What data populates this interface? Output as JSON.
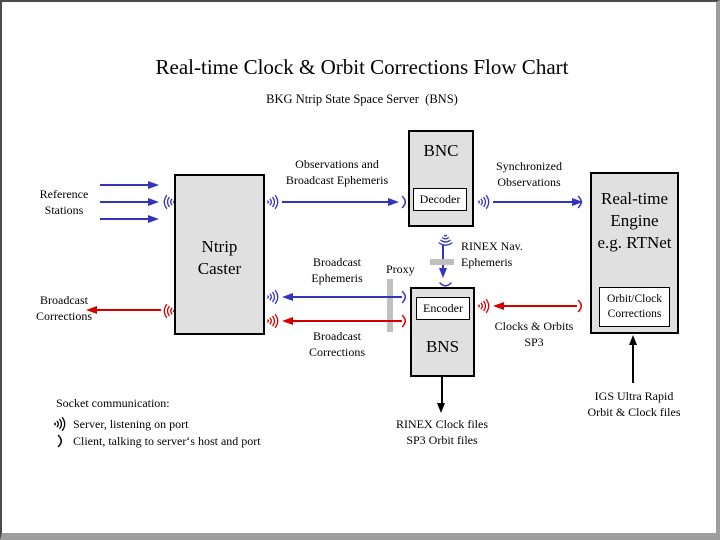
{
  "page": {
    "title": "Real-time Clock & Orbit Corrections Flow Chart",
    "subtitle": "BKG Ntrip State Space Server  (BNS)"
  },
  "colors": {
    "socket_blue": "#3333BB",
    "correction_red": "#D40000",
    "box_fill": "#E0E0E0",
    "proxy_bar_gray": "#C0C0C0"
  },
  "boxes": {
    "caster": {
      "lines": [
        "Ntrip",
        "Caster"
      ]
    },
    "bnc": {
      "label": "BNC",
      "sub": "Decoder"
    },
    "bns": {
      "label": "BNS",
      "sub": "Encoder"
    },
    "engine": {
      "lines": [
        "Real-time",
        "Engine",
        "e.g. RTNet"
      ],
      "sub": [
        "Orbit/Clock",
        "Corrections"
      ]
    }
  },
  "labels": {
    "reference_stations": [
      "Reference",
      "Stations"
    ],
    "broadcast_corrections_out": [
      "Broadcast",
      "Corrections"
    ],
    "observations": [
      "Observations and",
      "Broadcast Ephemeris"
    ],
    "synchronized": [
      "Synchronized",
      "Observations"
    ],
    "rinex_nav": [
      "RINEX Nav.",
      "Ephemeris"
    ],
    "proxy": "Proxy",
    "broadcast_ephemeris": [
      "Broadcast",
      "Ephemeris"
    ],
    "broadcast_corrections_mid": [
      "Broadcast",
      "Corrections"
    ],
    "clocks_orbits": [
      "Clocks & Orbits",
      "SP3"
    ],
    "rinex_files": [
      "RINEX Clock files",
      "SP3 Orbit files"
    ],
    "igs_files": [
      "IGS Ultra Rapid",
      "Orbit & Clock files"
    ]
  },
  "legend": {
    "heading": "Socket communication:",
    "server_item": "Server, listening on port",
    "client_item": "Client, talking to server‘s host and port",
    "server_icon": "socket-waves",
    "client_icon": "socket-arc"
  }
}
